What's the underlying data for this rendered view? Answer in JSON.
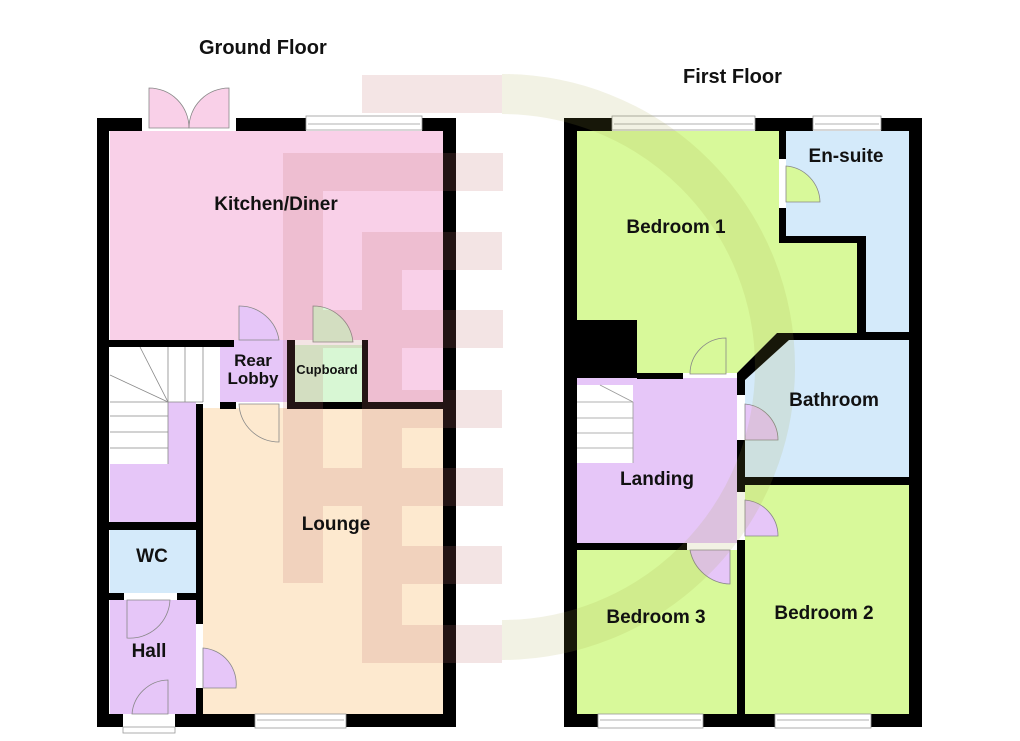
{
  "floors": [
    {
      "title": "Ground Floor",
      "rooms": [
        {
          "name": "Kitchen/Diner",
          "color": "#f9d0e8"
        },
        {
          "name": "Rear Lobby",
          "line1": "Rear",
          "line2": "Lobby",
          "color": "#e6c6f8"
        },
        {
          "name": "Cupboard",
          "color": "#d8f7d4"
        },
        {
          "name": "Lounge",
          "color": "#fde9cf"
        },
        {
          "name": "WC",
          "color": "#d4eafa"
        },
        {
          "name": "Hall",
          "color": "#e6c6f8"
        }
      ]
    },
    {
      "title": "First Floor",
      "rooms": [
        {
          "name": "Bedroom 1",
          "color": "#d8f99a"
        },
        {
          "name": "En-suite",
          "color": "#d4eafa"
        },
        {
          "name": "Bathroom",
          "color": "#d4eafa"
        },
        {
          "name": "Landing",
          "color": "#e6c6f8"
        },
        {
          "name": "Bedroom 3",
          "color": "#d8f99a"
        },
        {
          "name": "Bedroom 2",
          "color": "#d8f99a"
        }
      ]
    }
  ],
  "colors": {
    "wall": "#000000",
    "watermark": "#e8c8c0"
  }
}
